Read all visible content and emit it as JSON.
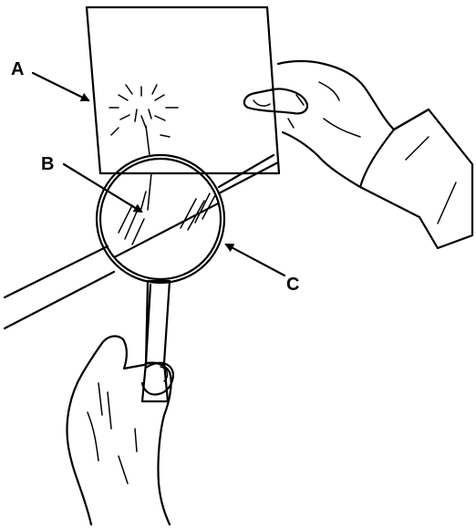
{
  "diagram": {
    "labels": {
      "a": "A",
      "b": "B",
      "c": "C"
    },
    "ink_color": "#000000",
    "background_color": "#ffffff"
  }
}
